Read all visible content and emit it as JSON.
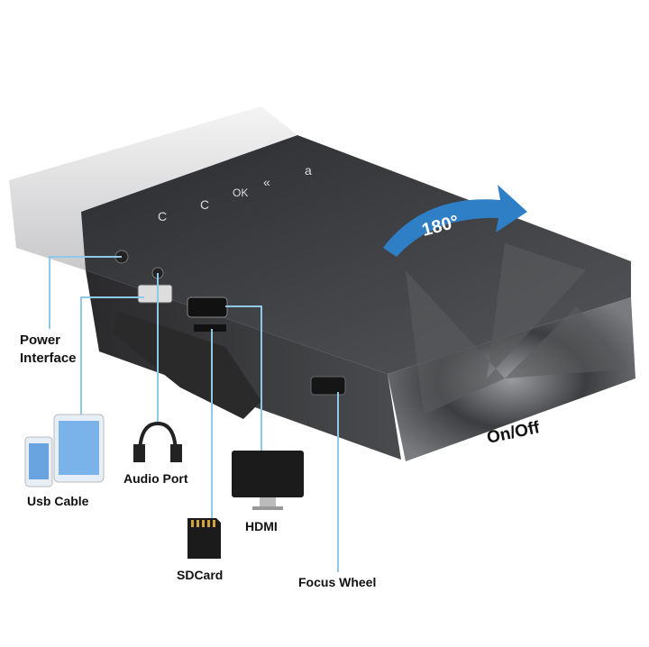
{
  "labels": {
    "power_interface_line1": "Power",
    "power_interface_line2": "Interface",
    "usb_cable": "Usb Cable",
    "audio_port": "Audio Port",
    "hdmi": "HDMI",
    "sdcard": "SDCard",
    "focus_wheel": "Focus Wheel",
    "on_off": "On/Off",
    "rotation": "180°"
  },
  "colors": {
    "leader_line": "#8ec9e8",
    "arrow": "#2f7fc6",
    "device_body": "#3a3b3e",
    "device_end": "#e9e9ea"
  }
}
